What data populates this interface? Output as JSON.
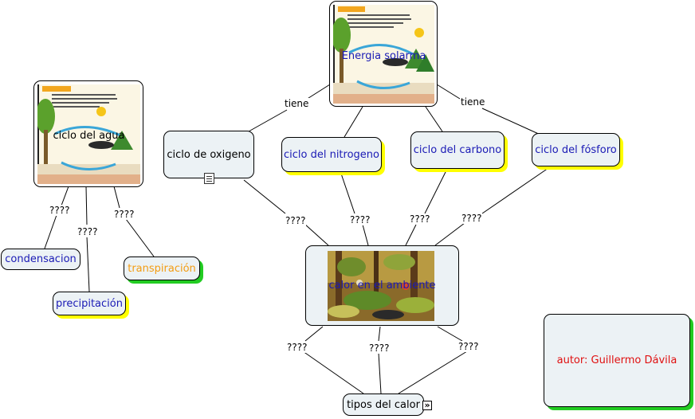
{
  "nodes": {
    "energia": "Energia solarma",
    "agua": "ciclo del agua",
    "oxigeno": "ciclo de oxigeno",
    "nitrogeno": "ciclo del nitrogeno",
    "carbono": "ciclo del carbono",
    "fosforo": "ciclo del fósforo",
    "condensacion": "condensacion",
    "precipitacion": "precipitación",
    "transpiracion": "transpiración",
    "calor": "calor en el ambiente",
    "tipos": "tipos del calor",
    "autor": "autor:  Guillermo Dávila"
  },
  "link_labels": {
    "tiene_left": "tiene",
    "tiene_right": "tiene",
    "q_agua_cond": "????",
    "q_agua_prec": "????",
    "q_agua_trans": "????",
    "q_oxi": "????",
    "q_nit": "????",
    "q_carb": "????",
    "q_fos": "????",
    "q_calor_l": "????",
    "q_calor_m": "????",
    "q_calor_r": "????"
  },
  "icons": {
    "oxigeno_attachment": "document-icon",
    "tipos_expand": "expand-arrows-icon"
  },
  "colors": {
    "node_bg": "#ecf2f5",
    "node_text": "#1a1ab5",
    "transpiracion_text": "#f39c12",
    "autor_text": "#e01010",
    "shadow_yellow": "#ffff00",
    "shadow_green": "#22cc22"
  }
}
